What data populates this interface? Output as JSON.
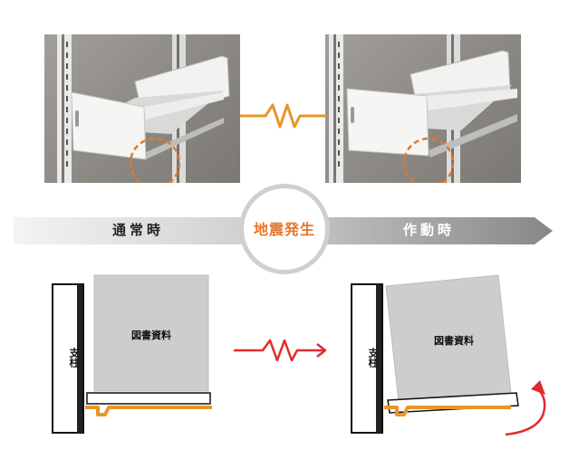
{
  "timeline": {
    "normal_label": "通常時",
    "quake_label": "地震発生",
    "active_label": "作動時"
  },
  "diagram_left": {
    "pillar_label": "支柱",
    "book_label": "図書資料"
  },
  "diagram_right": {
    "pillar_label": "支柱",
    "book_label": "図書資料"
  },
  "colors": {
    "accent_orange": "#e8962b",
    "quake_text": "#e8762b",
    "arrow_red": "#e02b2b",
    "timeline_dark": "#8c8c8c",
    "book_gray": "#cdcdcd"
  },
  "icons": {
    "photo_connector": "zigzag-line-icon",
    "transition_arrow": "zigzag-arrow-icon",
    "rotation": "curved-arrow-icon",
    "highlight": "dashed-circle-icon"
  }
}
